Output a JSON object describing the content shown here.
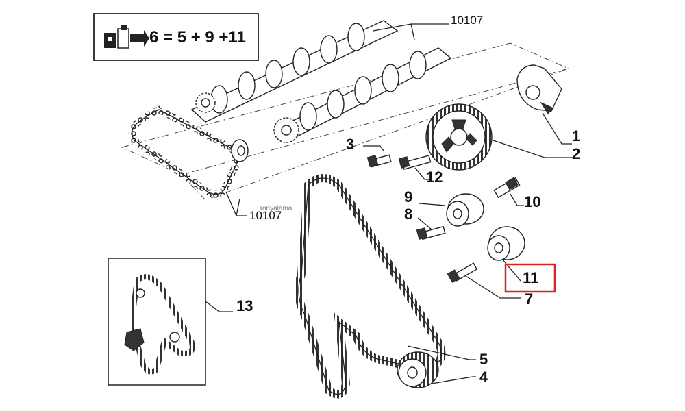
{
  "legend_box": {
    "formula": "6 = 5 + 9 +11",
    "icon": "parts-kit-icon"
  },
  "reference_labels": {
    "camshaft_top": "10107",
    "chain_bottom": "10107"
  },
  "callouts": [
    {
      "id": "1",
      "label": "1"
    },
    {
      "id": "2",
      "label": "2"
    },
    {
      "id": "3",
      "label": "3"
    },
    {
      "id": "4",
      "label": "4"
    },
    {
      "id": "5",
      "label": "5"
    },
    {
      "id": "7",
      "label": "7"
    },
    {
      "id": "8",
      "label": "8"
    },
    {
      "id": "9",
      "label": "9"
    },
    {
      "id": "10",
      "label": "10"
    },
    {
      "id": "11",
      "label": "11"
    },
    {
      "id": "12",
      "label": "12"
    },
    {
      "id": "13",
      "label": "13"
    }
  ],
  "highlight": {
    "callout": "11",
    "color": "#e02020"
  },
  "watermark": "Tonyalama"
}
